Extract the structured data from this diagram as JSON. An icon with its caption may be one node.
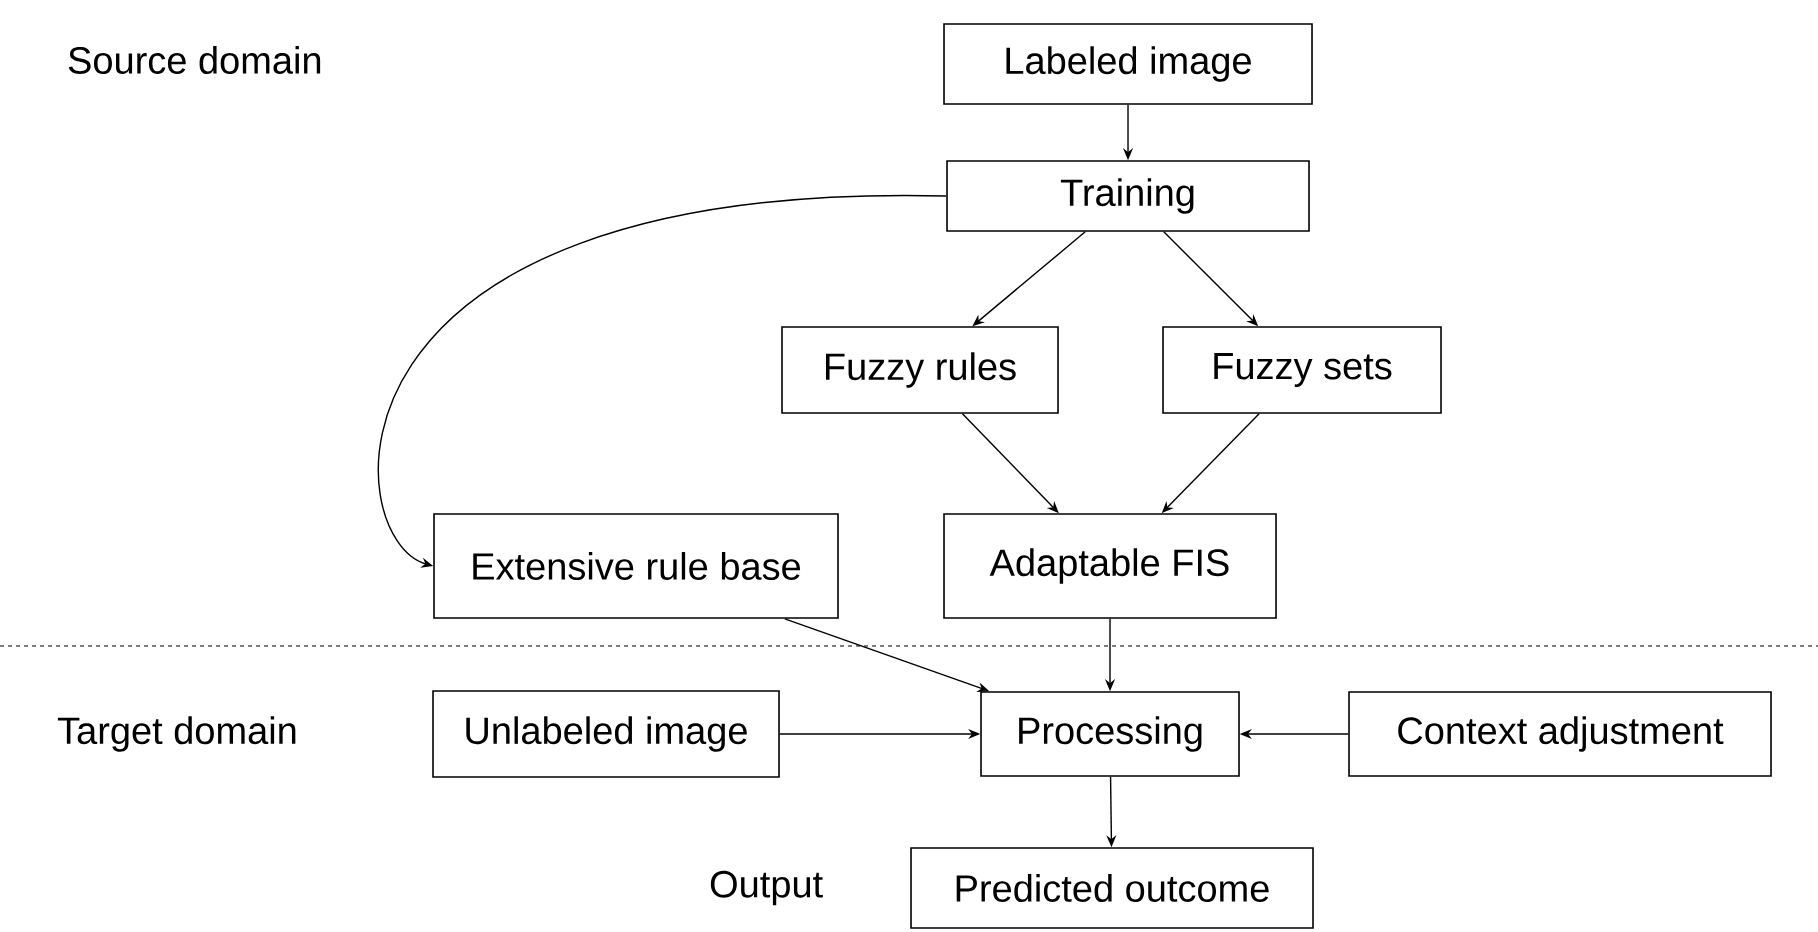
{
  "diagram": {
    "nodes": [
      {
        "text": [
          "Labeled image"
        ]
      },
      {
        "text": [
          "Training"
        ]
      },
      {
        "text": [
          "Fuzzy rules"
        ]
      },
      {
        "text": [
          "Fuzzy sets"
        ]
      },
      {
        "text": [
          "Extensive rule base"
        ]
      },
      {
        "text": [
          "Adaptable FIS"
        ]
      },
      {
        "text": [
          "Unlabeled image"
        ]
      },
      {
        "text": [
          "Processing"
        ]
      },
      {
        "text": [
          "Context adjustment"
        ]
      },
      {
        "text": [
          "Predicted outcome"
        ],
        "beside": [
          "Output"
        ]
      }
    ],
    "edges": [
      {
        "from": 0,
        "to": 1,
        "arrow": "to"
      },
      {
        "from": 1,
        "to": 2,
        "arrow": "to"
      },
      {
        "from": 1,
        "to": 3,
        "arrow": "to"
      },
      {
        "from": 1,
        "to": 4,
        "arrow": "to"
      },
      {
        "from": 2,
        "to": 5,
        "arrow": "to"
      },
      {
        "from": 3,
        "to": 5,
        "arrow": "to"
      },
      {
        "from": 4,
        "to": 7,
        "arrow": "to"
      },
      {
        "from": 5,
        "to": 7,
        "arrow": "to"
      },
      {
        "from": 6,
        "to": 7,
        "arrow": "to"
      },
      {
        "from": 8,
        "to": 7,
        "arrow": "to"
      },
      {
        "from": 7,
        "to": 9,
        "arrow": "to"
      }
    ],
    "labels": [
      "Source domain",
      "Target domain"
    ]
  }
}
